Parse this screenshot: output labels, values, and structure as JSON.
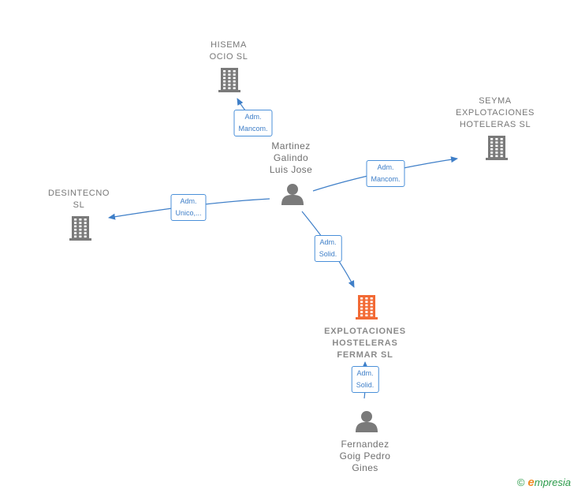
{
  "nodes": {
    "hisema": {
      "label": "HISEMA\nOCIO  SL",
      "type": "company"
    },
    "seyma": {
      "label": "SEYMA\nEXPLOTACIONES\nHOTELERAS SL",
      "type": "company"
    },
    "desintecno": {
      "label": "DESINTECNO\nSL",
      "type": "company"
    },
    "fermar": {
      "label": "EXPLOTACIONES\nHOSTELERAS\nFERMAR  SL",
      "type": "company-focus"
    },
    "martinez": {
      "label": "Martinez\nGalindo\nLuis Jose",
      "type": "person"
    },
    "fernandez": {
      "label": "Fernandez\nGoig Pedro\nGines",
      "type": "person"
    }
  },
  "edges": [
    {
      "from": "martinez",
      "to": "hisema",
      "label": "Adm.\nMancom."
    },
    {
      "from": "martinez",
      "to": "seyma",
      "label": "Adm.\nMancom."
    },
    {
      "from": "martinez",
      "to": "desintecno",
      "label": "Adm.\nUnico,..."
    },
    {
      "from": "martinez",
      "to": "fermar",
      "label": "Adm.\nSolid."
    },
    {
      "from": "fernandez",
      "to": "fermar",
      "label": "Adm.\nSolid."
    }
  ],
  "colors": {
    "edge": "#3f7fc8",
    "company_icon": "#7a7a7a",
    "focus_icon": "#f26a35",
    "person_icon": "#7a7a7a"
  },
  "icons": {
    "company": "building-icon",
    "person": "person-icon"
  },
  "footer": {
    "copyright": "©",
    "brand_initial": "e",
    "brand_rest": "mpresia"
  }
}
